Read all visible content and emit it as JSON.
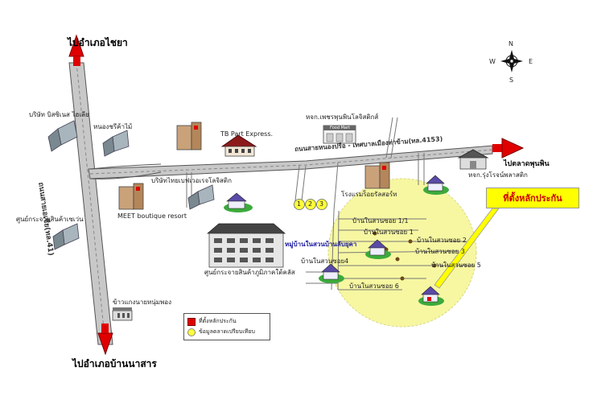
{
  "labels": {
    "to_chaiya": "ไปอำเภอไชยา",
    "to_ban_na_san": "ไปอำเภอบ้านนาสาร",
    "to_phunphin_market": "ไปตลาดพุนพิน",
    "highway_41": "ถนนสายเอเชีย(ทล.41)",
    "road_4153": "ถนนสายหนองปรือ - เทศบาลเมืองท่าข้าม(ทล.4153)",
    "bitsinet": "บริษัท บิสซิเนส ไฮเลีย",
    "nongsuan_wood": "หนองชรีค้าไม้",
    "distribution_center_1": "ศูนย์กระจายสินค้าเซเว่น",
    "meet_resort": "MEET boutique resort",
    "tb_express": "TB Part Express.",
    "thai_bev": "บริษัทไทยเบฟเวอเรจโลจิสติก",
    "cp_logistics": "หจก.เพชรพุนพินโลจิสติกส์",
    "food_mart": "Food Mart",
    "rung_rot": "หจก.รุ่งโรจน์พลาสติก",
    "hotel": "โรงแรมร็อยรัลสอร์ท",
    "south_distribution": "ศูนย์กระจายสินค้าภูมิภาคใต้คลัส",
    "khaokaeng": "ข้าวแกงนายหนุ่มพอง",
    "village": "หมู่บ้านในสวนบ้านลับยุคา",
    "soi_1_1": "บ้านในสวนซอย 1/1",
    "soi_1": "บ้านในสวนซอย 1",
    "soi_2": "บ้านในสวนซอย 2",
    "soi_3": "บ้านในสวนซอย 3",
    "soi_4": "บ้านในสวนซอย4",
    "soi_5": "บ้านในสวนซอย 5",
    "soi_6": "บ้านในสวนซอย 6",
    "num_1": "1",
    "num_2": "2",
    "num_3": "3",
    "callout": "ที่ตั้งหลักประกัน"
  },
  "legend": {
    "item_collateral": "ที่ตั้งหลักประกัน",
    "item_market": "ข้อมูลตลาดเปรียบเทียบ"
  },
  "compass": {
    "n": "N",
    "s": "S",
    "e": "E",
    "w": "W"
  },
  "colors": {
    "road": "#c8c8c8",
    "arrow": "#e00000",
    "circle": "#f7f7a2",
    "callout_bg": "#ffff00",
    "callout_text": "#d00000"
  }
}
